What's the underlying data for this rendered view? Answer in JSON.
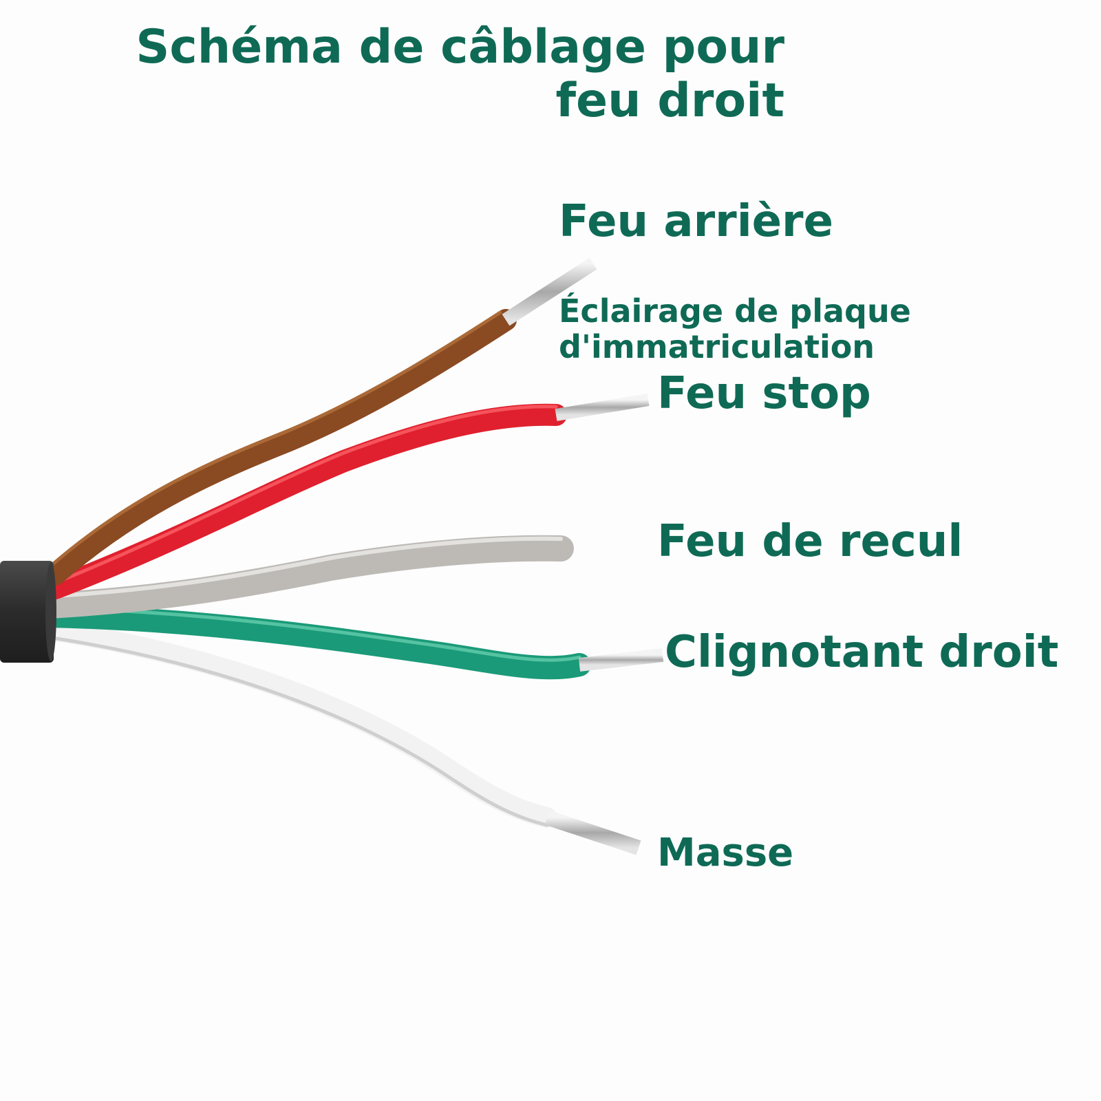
{
  "title": "Schéma de câblage pour feu droit",
  "colors": {
    "label_text": "#0f6a55",
    "background": "#fdfdfd",
    "sheath": "#2b2b2b",
    "conductor": "#c8c8c8"
  },
  "wires": [
    {
      "id": "brown",
      "label": "Feu arrière",
      "insulation_color": "#8a4a22"
    },
    {
      "id": "red",
      "label": "Feu stop",
      "insulation_color": "#e0202e"
    },
    {
      "id": "grey",
      "label": "Feu de recul",
      "insulation_color": "#bdbab6"
    },
    {
      "id": "green",
      "label": "Clignotant droit",
      "insulation_color": "#1a9a78"
    },
    {
      "id": "white",
      "label": "Masse",
      "insulation_color": "#f2f2f2"
    }
  ],
  "extra_label": "Éclairage de plaque\nd'immatriculation"
}
